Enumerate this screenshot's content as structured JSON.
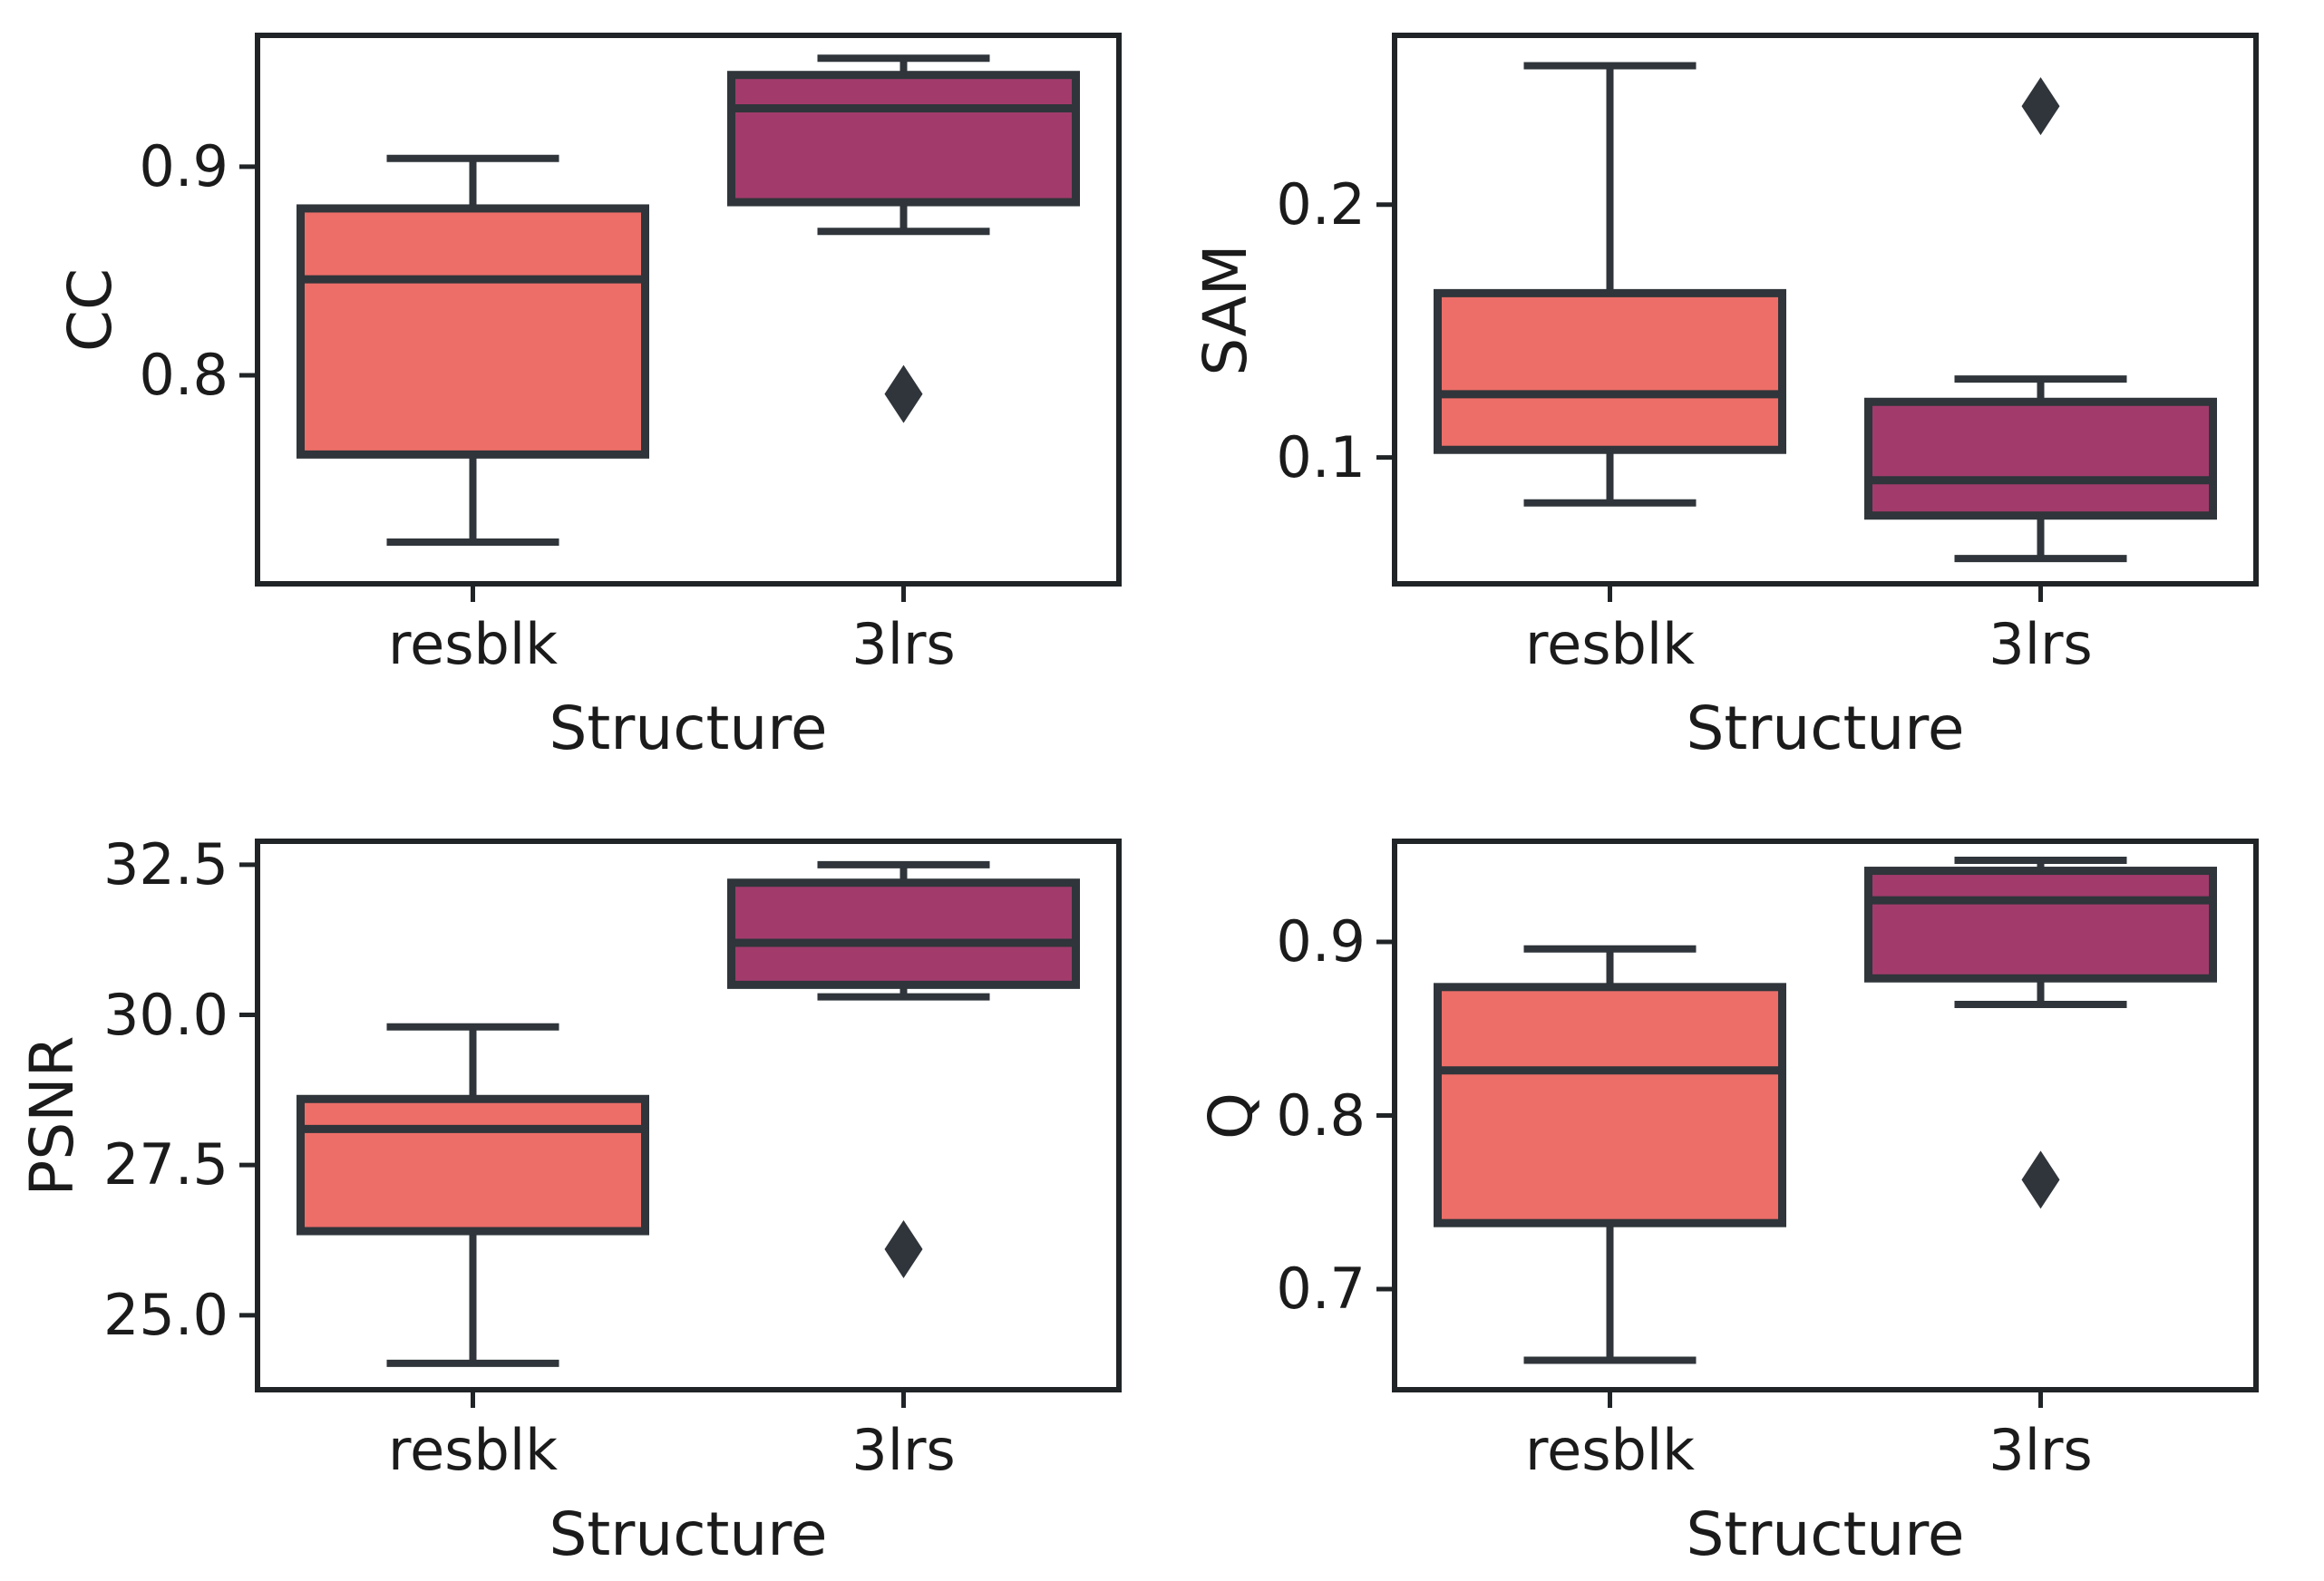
{
  "colors": {
    "resblk": "#ED6E68",
    "3lrs": "#A23B6C",
    "line": "#2f353a",
    "spine": "#202427",
    "text": "#1b1b1b",
    "background": "#ffffff"
  },
  "chart_data": [
    {
      "type": "box",
      "ylabel": "CC",
      "xlabel": "Structure",
      "categories": [
        "resblk",
        "3lrs"
      ],
      "ylim": [
        0.7,
        0.963
      ],
      "grid": false,
      "yticks": [
        {
          "value": 0.9,
          "label": "0.9"
        },
        {
          "value": 0.8,
          "label": "0.8"
        }
      ],
      "series": [
        {
          "name": "resblk",
          "whisker_low": 0.72,
          "q1": 0.762,
          "median": 0.846,
          "q3": 0.88,
          "whisker_high": 0.904,
          "outliers": []
        },
        {
          "name": "3lrs",
          "whisker_low": 0.869,
          "q1": 0.883,
          "median": 0.928,
          "q3": 0.944,
          "whisker_high": 0.952,
          "outliers": [
            0.791
          ]
        }
      ]
    },
    {
      "type": "box",
      "ylabel": "SAM",
      "xlabel": "Structure",
      "categories": [
        "resblk",
        "3lrs"
      ],
      "ylim": [
        0.05,
        0.267
      ],
      "grid": false,
      "yticks": [
        {
          "value": 0.2,
          "label": "0.2"
        },
        {
          "value": 0.1,
          "label": "0.1"
        }
      ],
      "series": [
        {
          "name": "resblk",
          "whisker_low": 0.082,
          "q1": 0.103,
          "median": 0.125,
          "q3": 0.165,
          "whisker_high": 0.255,
          "outliers": []
        },
        {
          "name": "3lrs",
          "whisker_low": 0.06,
          "q1": 0.077,
          "median": 0.091,
          "q3": 0.122,
          "whisker_high": 0.131,
          "outliers": [
            0.239
          ]
        }
      ]
    },
    {
      "type": "box",
      "ylabel": "PSNR",
      "xlabel": "Structure",
      "categories": [
        "resblk",
        "3lrs"
      ],
      "ylim": [
        23.76,
        32.89
      ],
      "grid": false,
      "yticks": [
        {
          "value": 32.5,
          "label": "32.5"
        },
        {
          "value": 30.0,
          "label": "30.0"
        },
        {
          "value": 27.5,
          "label": "27.5"
        },
        {
          "value": 25.0,
          "label": "25.0"
        }
      ],
      "series": [
        {
          "name": "resblk",
          "whisker_low": 24.2,
          "q1": 26.4,
          "median": 28.1,
          "q3": 28.6,
          "whisker_high": 29.8,
          "outliers": []
        },
        {
          "name": "3lrs",
          "whisker_low": 30.3,
          "q1": 30.5,
          "median": 31.2,
          "q3": 32.2,
          "whisker_high": 32.5,
          "outliers": [
            26.1
          ]
        }
      ]
    },
    {
      "type": "box",
      "ylabel": "Q",
      "xlabel": "Structure",
      "categories": [
        "resblk",
        "3lrs"
      ],
      "ylim": [
        0.642,
        0.958
      ],
      "grid": false,
      "yticks": [
        {
          "value": 0.9,
          "label": "0.9"
        },
        {
          "value": 0.8,
          "label": "0.8"
        },
        {
          "value": 0.7,
          "label": "0.7"
        }
      ],
      "series": [
        {
          "name": "resblk",
          "whisker_low": 0.659,
          "q1": 0.738,
          "median": 0.826,
          "q3": 0.874,
          "whisker_high": 0.896,
          "outliers": []
        },
        {
          "name": "3lrs",
          "whisker_low": 0.864,
          "q1": 0.879,
          "median": 0.924,
          "q3": 0.941,
          "whisker_high": 0.947,
          "outliers": [
            0.763
          ]
        }
      ]
    }
  ]
}
